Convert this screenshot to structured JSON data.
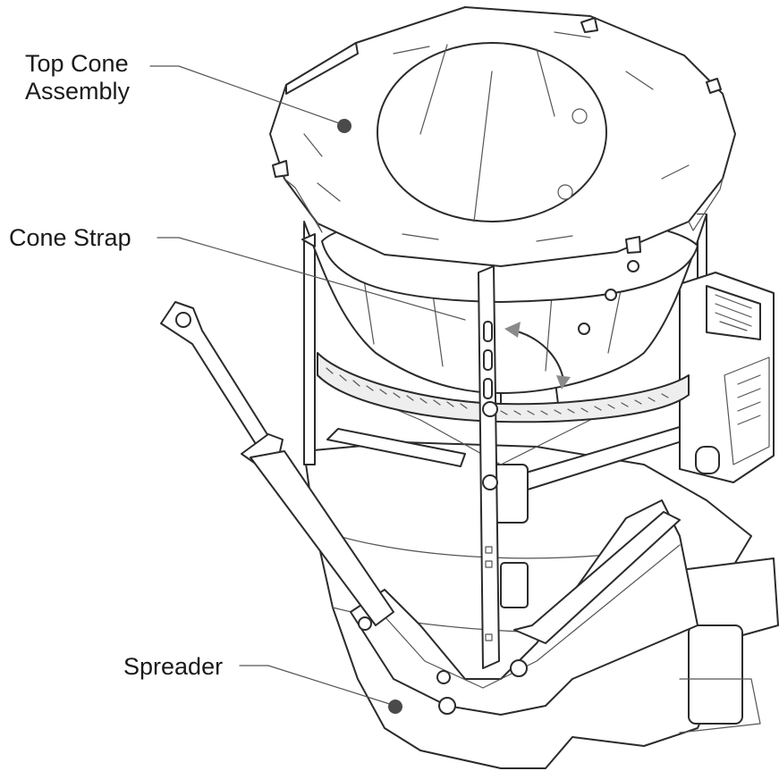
{
  "labels": {
    "top_cone_assembly_line1": "Top Cone",
    "top_cone_assembly_line2": "Assembly",
    "cone_strap": "Cone Strap",
    "spreader": "Spreader"
  },
  "colors": {
    "marker": "#4a4a4a",
    "line": "#2b2b2b",
    "background": "#ffffff"
  }
}
